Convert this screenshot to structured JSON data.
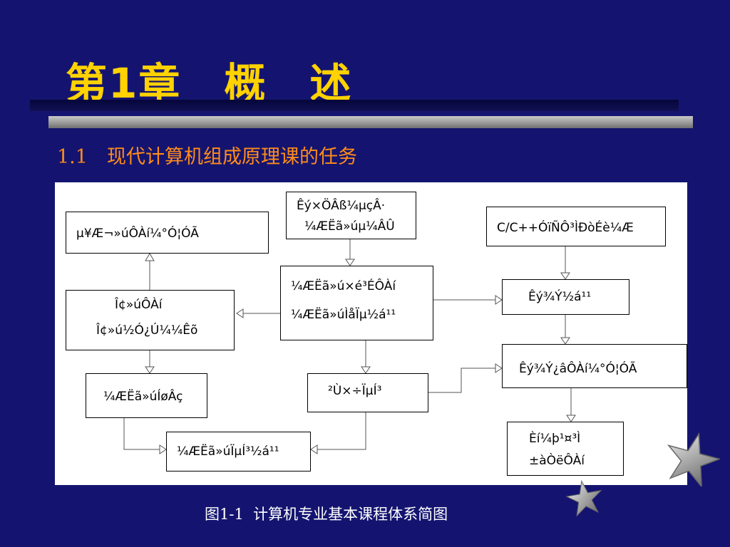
{
  "slide": {
    "title": "第1章　概　述",
    "subtitle": "1.1　现代计算机组成原理课的任务",
    "caption": "图1-1  计算机专业基本课程体系简图"
  },
  "diagram": {
    "boxes": {
      "digital_logic": "µ¥Æ¬»úÔ­Àí¼°Ó¦ÓÃ",
      "micro": {
        "line1": "Î¢»úÔ­Àí",
        "line2": "Î¢»ú½Ó¿Ú¼¼Êõ"
      },
      "network": "¼ÆËã»úÍøÂç",
      "intro": {
        "line1": "Êý×ÖÂß¼­µçÂ·",
        "line2": "¼ÆËã»úµ¼ÂÛ"
      },
      "organization": {
        "line1": "¼ÆËã»ú×é³ÉÔ­Àí",
        "line2": "¼ÆËã»úÌåÏµ½á¹¹"
      },
      "os": "²Ù×÷ÏµÍ³",
      "architecture": "¼ÆËã»úÏµÍ³½á¹¹",
      "c_language": "C/C++ÓïÑÔ³ÌÐòÉè¼Æ",
      "data_structure": "Êý¾Ý½á¹¹",
      "database": "Êý¾Ý¿âÔ­Àí¼°Ó¦ÓÃ",
      "software": {
        "line1": "Èí¼þ¹¤³Ì",
        "line2": "±àÒëÔ­Àí"
      }
    }
  },
  "colors": {
    "background": "#141470",
    "title": "#ffd200",
    "subtitle": "#ff8c1a",
    "caption": "#ffffff"
  }
}
